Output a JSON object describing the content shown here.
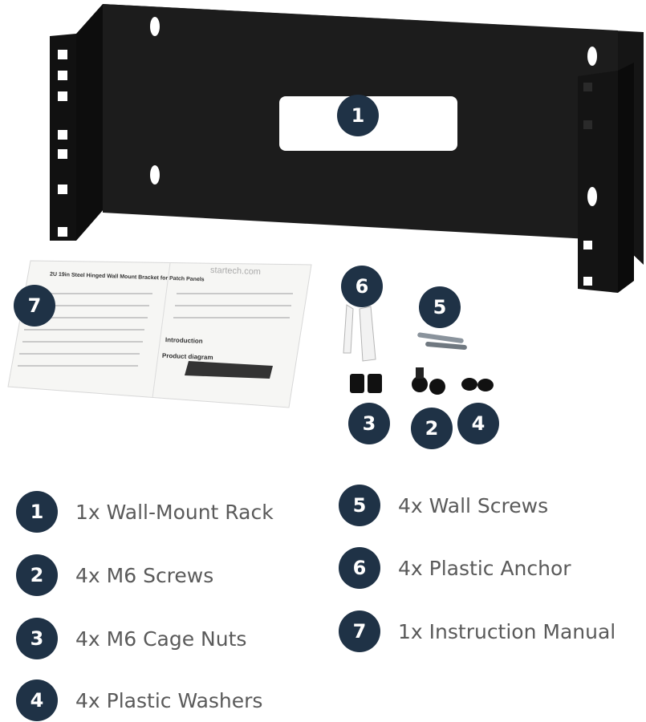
{
  "product_image": {
    "manual": {
      "brand": "startech.com",
      "title": "2U 19in Steel Hinged Wall Mount Bracket for Patch Panels",
      "section_intro": "Introduction",
      "section_diagram": "Product diagram"
    }
  },
  "callouts": [
    {
      "number": "1"
    },
    {
      "number": "2"
    },
    {
      "number": "3"
    },
    {
      "number": "4"
    },
    {
      "number": "5"
    },
    {
      "number": "6"
    },
    {
      "number": "7"
    }
  ],
  "legend": {
    "left": [
      {
        "number": "1",
        "text": "1x Wall-Mount Rack"
      },
      {
        "number": "2",
        "text": "4x M6 Screws"
      },
      {
        "number": "3",
        "text": "4x M6 Cage Nuts"
      },
      {
        "number": "4",
        "text": "4x Plastic Washers"
      }
    ],
    "right": [
      {
        "number": "5",
        "text": "4x Wall Screws"
      },
      {
        "number": "6",
        "text": "4x Plastic Anchor"
      },
      {
        "number": "7",
        "text": "1x Instruction Manual"
      }
    ]
  },
  "colors": {
    "badge": "#1f3246",
    "legend_text": "#5a5a5a",
    "metal": "#1a1a1a"
  }
}
